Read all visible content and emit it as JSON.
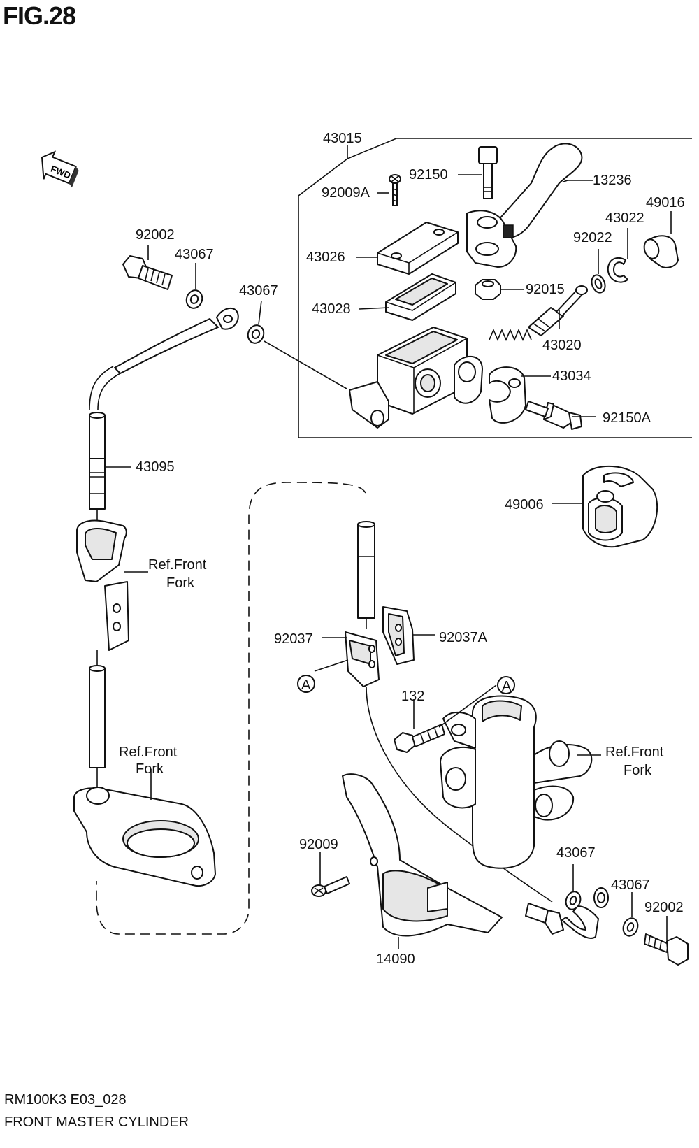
{
  "figure": {
    "title": "FIG.28",
    "code": "RM100K3 E03_028",
    "name": "FRONT MASTER CYLINDER"
  },
  "fwd_label": "FWD",
  "labels": {
    "p43015": "43015",
    "p92150": "92150",
    "p13236": "13236",
    "p92009A": "92009A",
    "p49016": "49016",
    "p43022": "43022",
    "p92022": "92022",
    "p92002_top": "92002",
    "p43067_a": "43067",
    "p43026": "43026",
    "p43067_b": "43067",
    "p92015": "92015",
    "p43028": "43028",
    "p43020": "43020",
    "p43034": "43034",
    "p92150A": "92150A",
    "p43095": "43095",
    "p49006": "49006",
    "ref_fork_1a": "Ref.Front",
    "ref_fork_1b": "Fork",
    "p92037": "92037",
    "p92037A": "92037A",
    "callout_a1": "A",
    "callout_a2": "A",
    "p132": "132",
    "ref_fork_2a": "Ref.Front",
    "ref_fork_2b": "Fork",
    "ref_fork_3a": "Ref.Front",
    "ref_fork_3b": "Fork",
    "p92009": "92009",
    "p43067_c": "43067",
    "p43067_d": "43067",
    "p92002_bot": "92002",
    "p14090": "14090"
  }
}
